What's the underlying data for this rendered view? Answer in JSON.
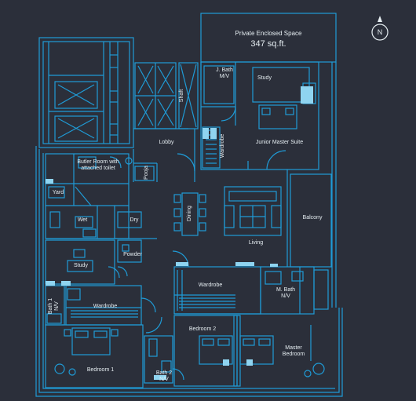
{
  "plan": {
    "private_space": {
      "title": "Private Enclosed Space",
      "area": "347 sq.ft."
    },
    "compass": {
      "letter": "N"
    },
    "rooms": {
      "jbath": "J. Bath\nM/V",
      "study_top": "Study",
      "shaft": "Shaft",
      "lobby": "Lobby",
      "wardrobe_top": "Wardrobe",
      "junior_master": "Junior Master Suite",
      "butler": "Butler Room with\nattached toilet",
      "pooja": "Pooja",
      "yard": "Yard",
      "wet": "Wet",
      "dry": "Dry",
      "dining": "Dining",
      "balcony": "Balcony",
      "living": "Living",
      "powder": "Powder",
      "study_left": "Study",
      "wardrobe_mid": "Wardrobe",
      "mbath": "M. Bath\nN/V",
      "bath1": "Bath 1\nN/V",
      "wardrobe_left": "Wardrobe",
      "bedroom2": "Bedroom 2",
      "master": "Master\nBedroom",
      "bath2": "Bath 2\nN/V",
      "bedroom1": "Bedroom 1"
    },
    "colors": {
      "background": "#2b2f3a",
      "line": "#1f9bd6",
      "light": "#8fd4f0",
      "text": "#e6eef2"
    }
  }
}
